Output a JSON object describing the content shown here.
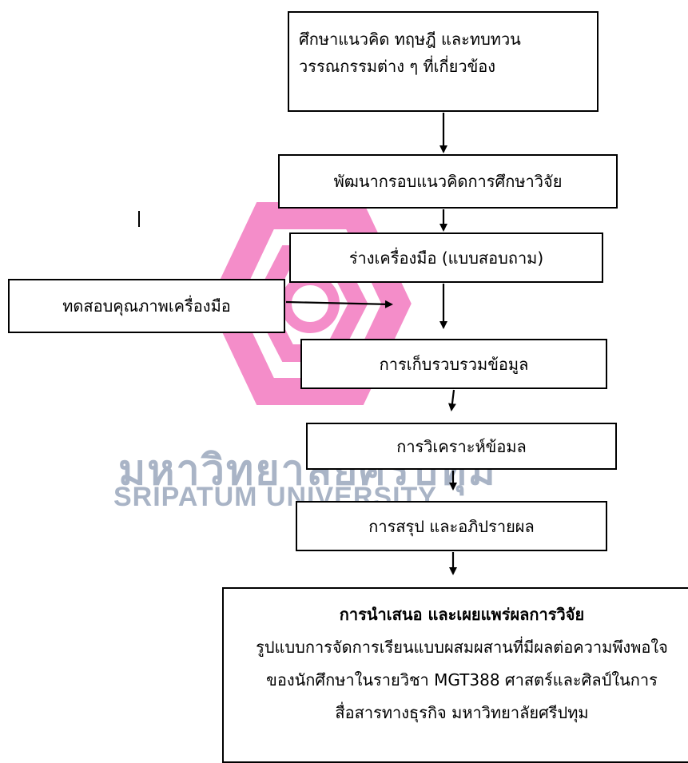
{
  "watermark": {
    "thai": "มหาวิทยาลัยศรีปทุม",
    "english": "SRIPATUM UNIVERSITY",
    "logo_color": "#f279c0",
    "text_color": "#a9b4c6"
  },
  "steps": {
    "review": "ศึกษาแนวคิด ทฤษฎี และทบทวน วรรณกรรมต่าง ๆ ที่เกี่ยวข้อง",
    "framework": "พัฒนากรอบแนวคิดการศึกษาวิจัย",
    "draft_tool": "ร่างเครื่องมือ (แบบสอบถาม)",
    "test_tool": "ทดสอบคุณภาพเครื่องมือ",
    "collect": "การเก็บรวบรวมข้อมูล",
    "analyze": "การวิเคราะห์ข้อมล",
    "conclude": "การสรุป และอภิปรายผล",
    "present_title": "การนำเสนอ และเผยแพร่ผลการวิจัย",
    "present_body": "รูปแบบการจัดการเรียนแบบผสมผสานที่มีผลต่อความพึงพอใจของนักศึกษาในรายวิชา MGT388 ศาสตร์และศิลป์ในการสื่อสารทางธุรกิจ มหาวิทยาลัยศรีปทุม"
  }
}
